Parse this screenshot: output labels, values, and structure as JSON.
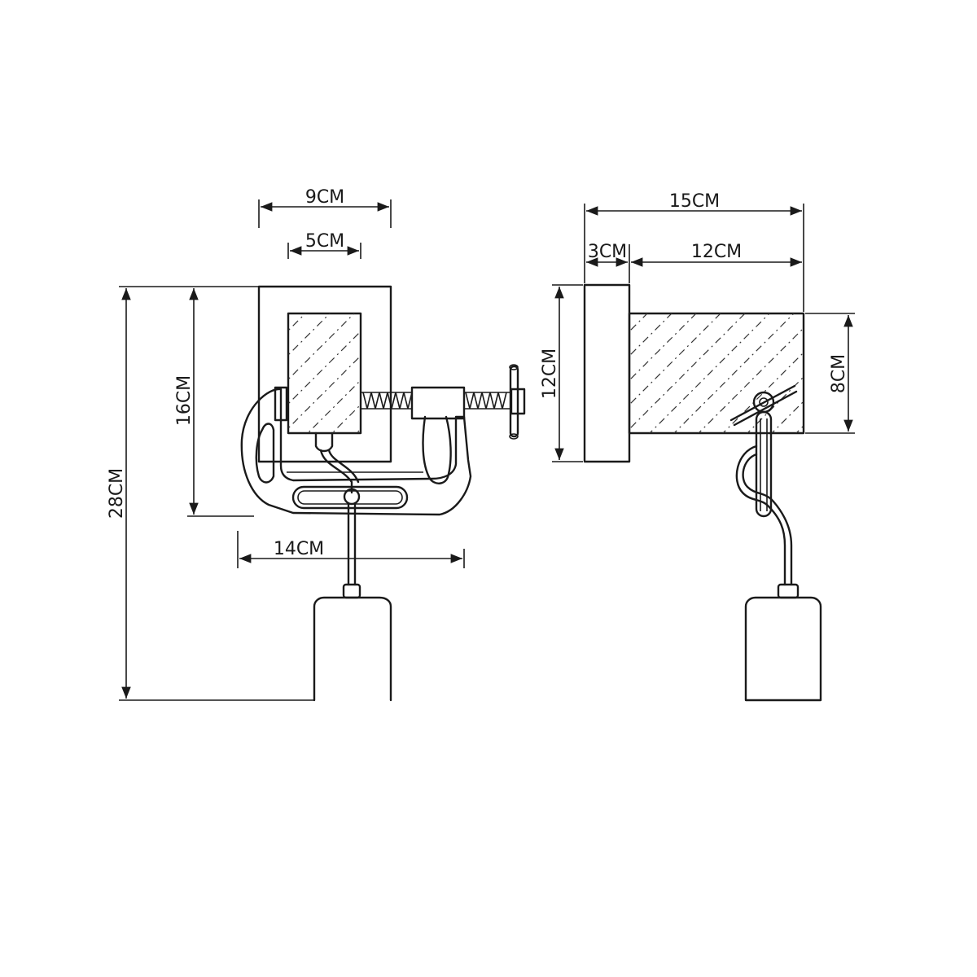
{
  "dimensions": {
    "front_width_outer": "9CM",
    "front_width_inner": "5CM",
    "front_height_total": "28CM",
    "front_height_mount": "16CM",
    "front_clamp_width": "14CM",
    "side_depth_total": "15CM",
    "side_plate_depth": "3CM",
    "side_block_depth": "12CM",
    "side_plate_height": "12CM",
    "side_block_height": "8CM"
  },
  "colors": {
    "line": "#1a1a1a",
    "background": "#ffffff"
  }
}
